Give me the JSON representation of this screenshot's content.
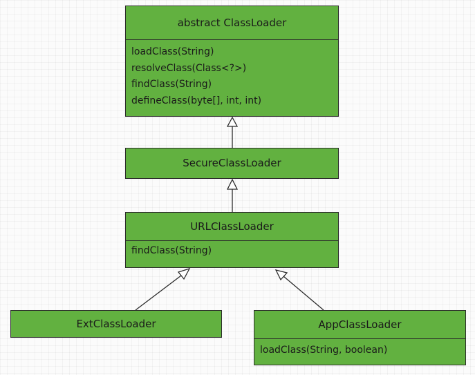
{
  "classes": {
    "class_loader": {
      "name": "abstract ClassLoader",
      "methods": [
        "loadClass(String)",
        "resolveClass(Class<?>)",
        "findClass(String)",
        "defineClass(byte[], int, int)"
      ]
    },
    "secure_class_loader": {
      "name": "SecureClassLoader"
    },
    "url_class_loader": {
      "name": "URLClassLoader",
      "methods": [
        "findClass(String)"
      ]
    },
    "ext_class_loader": {
      "name": "ExtClassLoader"
    },
    "app_class_loader": {
      "name": "AppClassLoader",
      "methods": [
        "loadClass(String, boolean)"
      ]
    }
  },
  "colors": {
    "class_fill": "#62b140",
    "border": "#2b2b2b"
  },
  "relations": [
    {
      "from": "secure_class_loader",
      "to": "class_loader",
      "type": "inheritance"
    },
    {
      "from": "url_class_loader",
      "to": "secure_class_loader",
      "type": "inheritance"
    },
    {
      "from": "ext_class_loader",
      "to": "url_class_loader",
      "type": "inheritance"
    },
    {
      "from": "app_class_loader",
      "to": "url_class_loader",
      "type": "inheritance"
    }
  ]
}
